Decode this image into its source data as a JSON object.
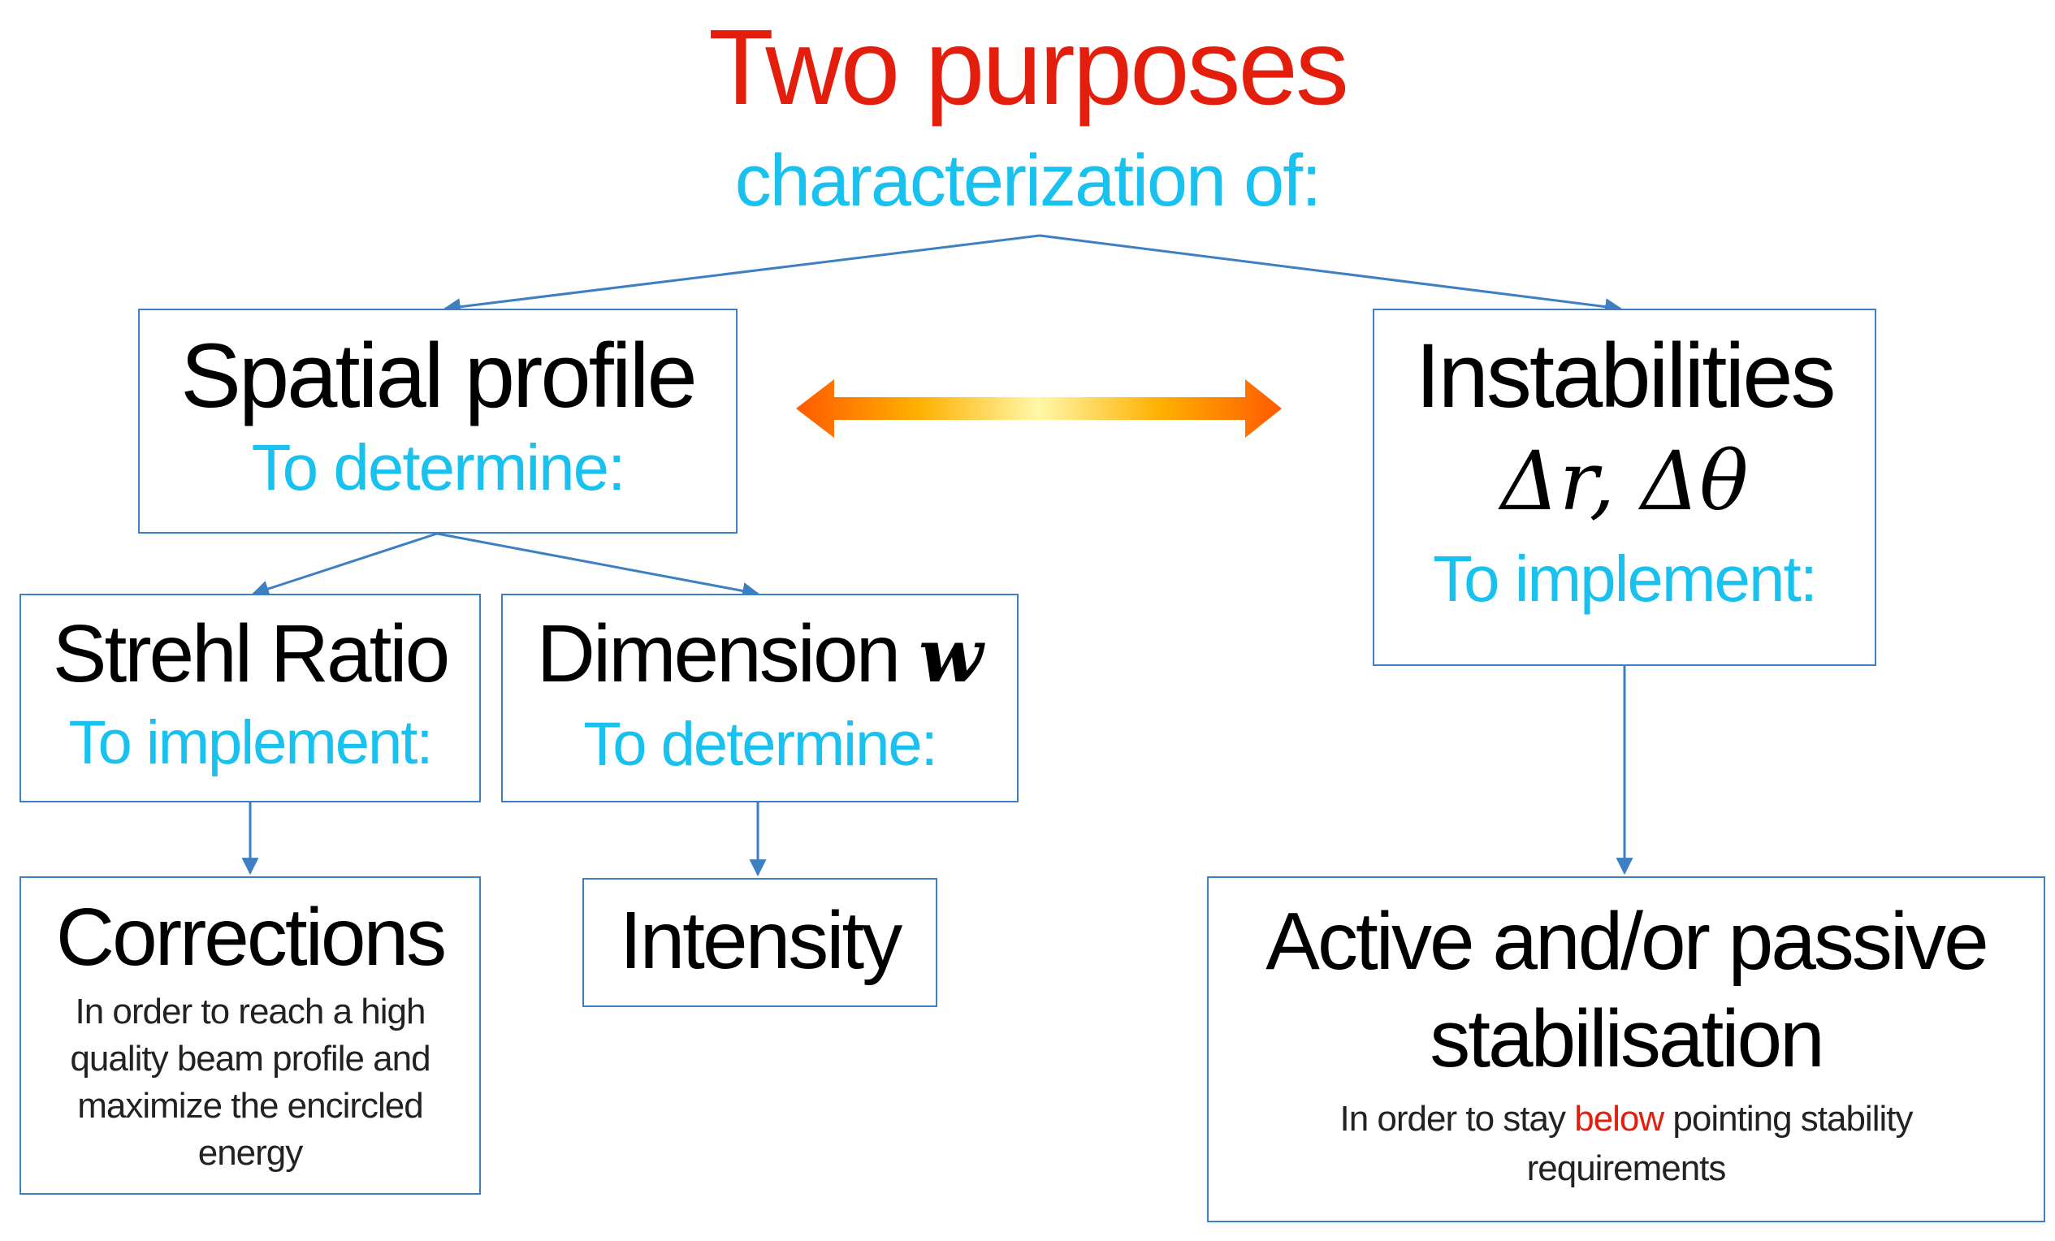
{
  "header": {
    "title": "Two purposes",
    "subtitle": "characterization of:"
  },
  "spatial_profile": {
    "title": "Spatial profile",
    "subtitle": "To determine:"
  },
  "instabilities": {
    "title": "Instabilities",
    "symbols": "Δr, Δθ",
    "subtitle": "To implement:"
  },
  "strehl_ratio": {
    "title": "Strehl Ratio",
    "subtitle": "To implement:"
  },
  "dimension": {
    "title": "Dimension",
    "symbol": "w",
    "subtitle": "To determine:"
  },
  "corrections": {
    "title": "Corrections",
    "note": "In order to reach a high quality beam profile and maximize the encircled energy"
  },
  "intensity": {
    "title": "Intensity"
  },
  "stabilisation": {
    "title_line1": "Active and/or passive",
    "title_line2": "stabilisation",
    "note_before": "In order to stay ",
    "note_highlight": "below",
    "note_after": " pointing stability",
    "note_line2": "requirements"
  },
  "colors": {
    "title_red": "#e41e0c",
    "accent_cyan": "#19c1ee",
    "connector_blue": "#3d7fc3",
    "double_arrow_orange": "#ff6a00",
    "double_arrow_yellow": "#fff000"
  }
}
